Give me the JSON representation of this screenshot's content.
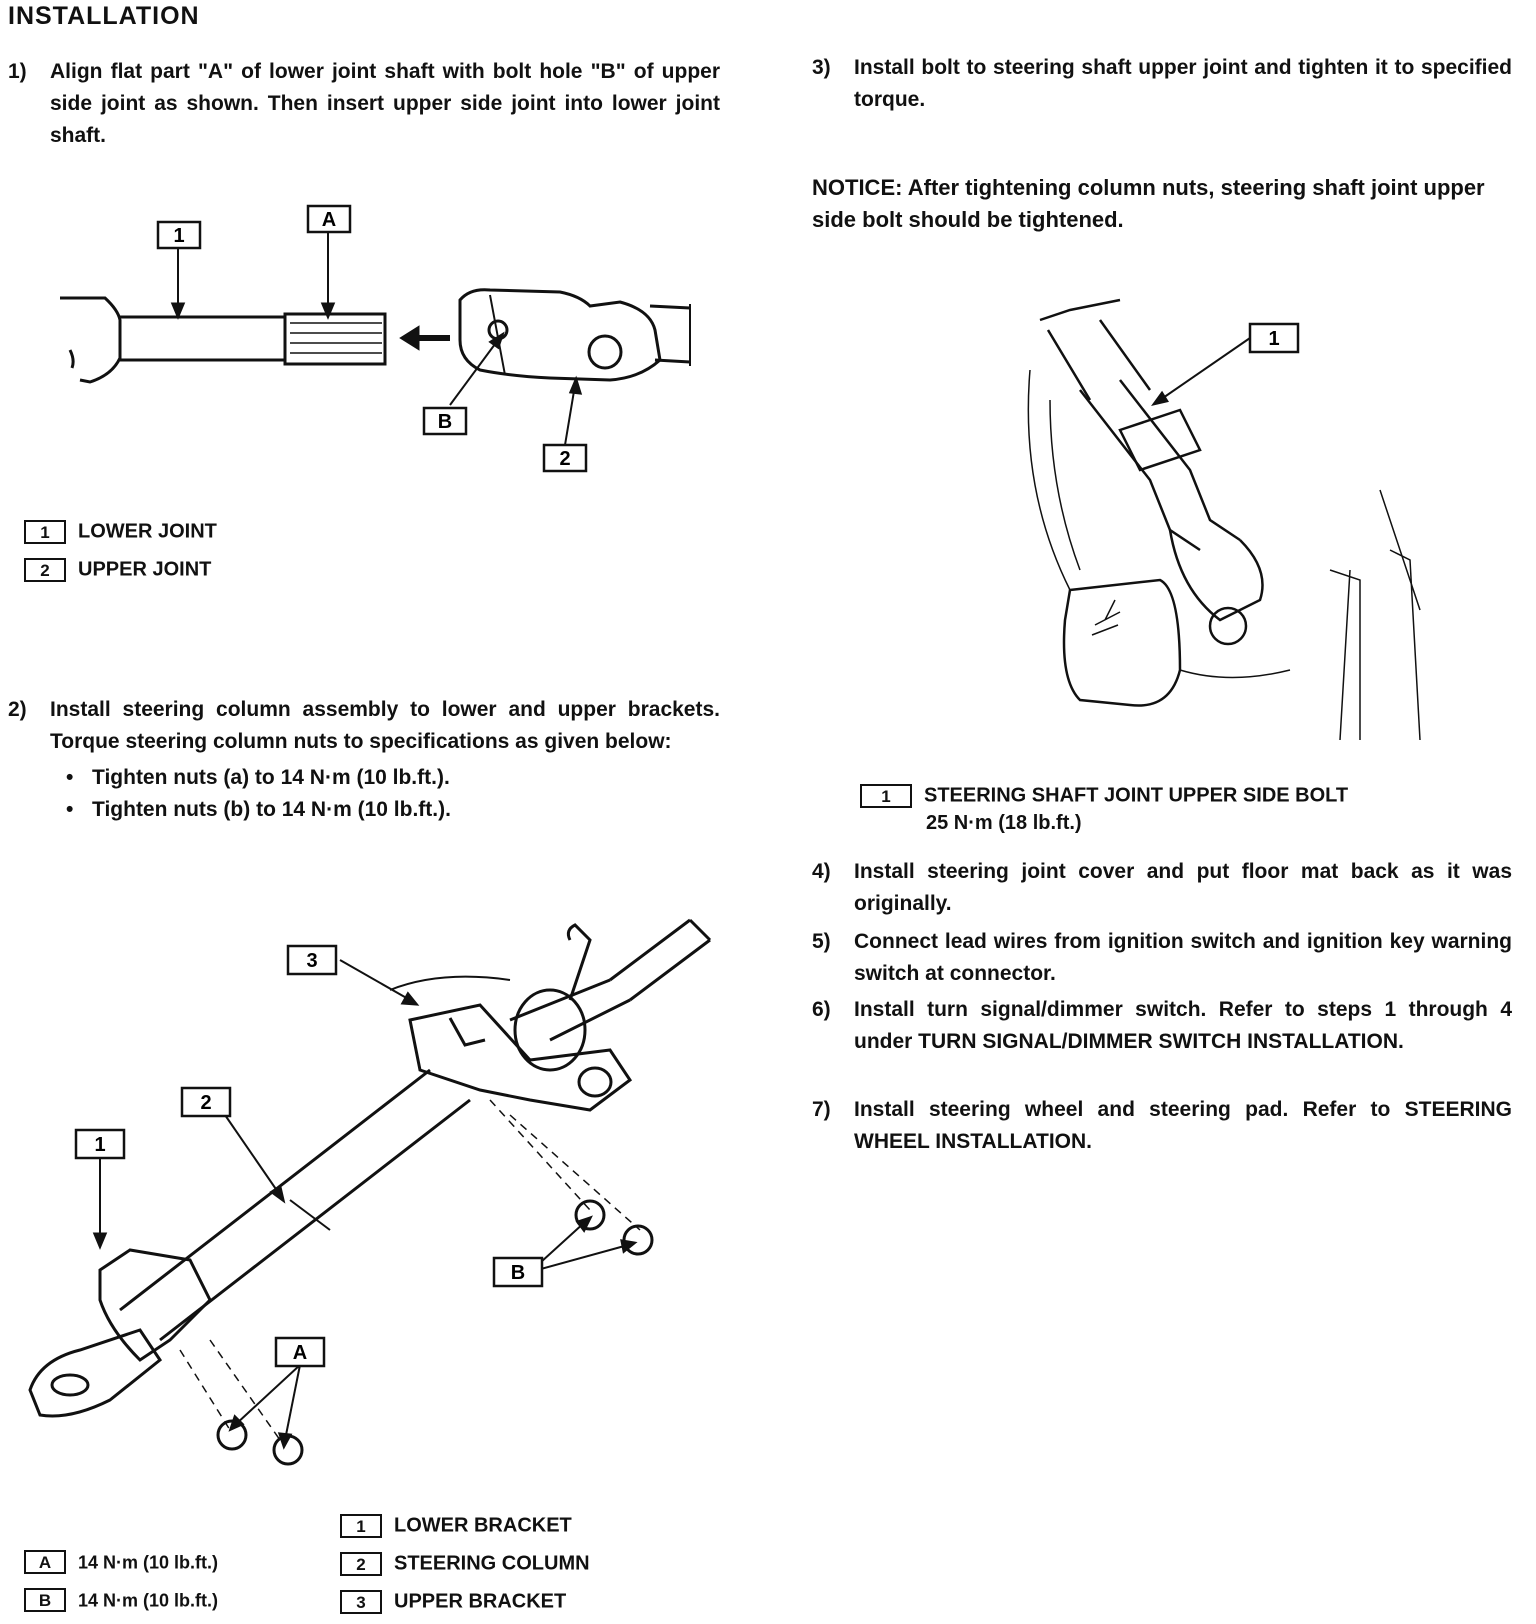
{
  "title": "INSTALLATION",
  "steps": {
    "s1": {
      "num": "1)",
      "text": "Align flat part \"A\" of lower joint shaft with bolt hole \"B\" of upper side joint as shown. Then insert upper side joint into lower joint shaft."
    },
    "s2": {
      "num": "2)",
      "text": "Install steering column assembly to lower and upper brackets. Torque steering column nuts to specifications as given below:",
      "bullets": [
        "Tighten nuts (a) to 14 N·m (10 lb.ft.).",
        "Tighten nuts (b) to 14 N·m (10 lb.ft.)."
      ]
    },
    "s3": {
      "num": "3)",
      "text": "Install bolt to steering shaft upper joint and tighten it to specified torque."
    },
    "s4": {
      "num": "4)",
      "text": "Install steering joint cover and put floor mat back as it was originally."
    },
    "s5": {
      "num": "5)",
      "text": "Connect lead wires from ignition switch and ignition key warning switch at connector."
    },
    "s6": {
      "num": "6)",
      "text": "Install turn signal/dimmer switch. Refer to steps 1 through 4 under TURN SIGNAL/DIMMER SWITCH INSTALLATION."
    },
    "s7": {
      "num": "7)",
      "text": "Install steering wheel and steering pad. Refer to STEERING WHEEL INSTALLATION."
    }
  },
  "notice": "NOTICE: After tightening column nuts, steering shaft joint upper side bolt should be tightened.",
  "fig1": {
    "callouts": {
      "c1": "1",
      "cA": "A",
      "cB": "B",
      "c2": "2"
    },
    "legend": [
      {
        "tag": "1",
        "label": "LOWER JOINT"
      },
      {
        "tag": "2",
        "label": "UPPER JOINT"
      }
    ]
  },
  "fig2": {
    "callouts": {
      "c1": "1"
    },
    "legend": {
      "tag": "1",
      "label": "STEERING SHAFT JOINT UPPER SIDE BOLT",
      "torque": "25 N·m (18 lb.ft.)"
    }
  },
  "fig3": {
    "callouts": {
      "c3": "3",
      "c2": "2",
      "c1": "1",
      "cB": "B",
      "cA": "A"
    },
    "torque_legend": [
      {
        "tag": "A",
        "label": "14 N·m (10 lb.ft.)"
      },
      {
        "tag": "B",
        "label": "14 N·m (10 lb.ft.)"
      }
    ],
    "parts_legend": [
      {
        "tag": "1",
        "label": "LOWER BRACKET"
      },
      {
        "tag": "2",
        "label": "STEERING COLUMN"
      },
      {
        "tag": "3",
        "label": "UPPER BRACKET"
      }
    ]
  }
}
